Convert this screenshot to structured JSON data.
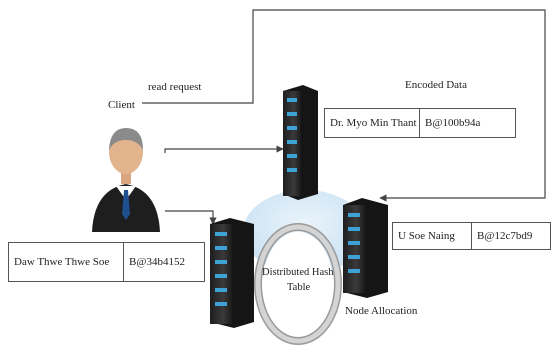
{
  "labels": {
    "client": "Client",
    "read_request": "read request",
    "encoded_data": "Encoded Data",
    "node_allocation": "Node Allocation",
    "dht_line1": "Distributed Hash",
    "dht_line2": "Table"
  },
  "nodes": [
    {
      "name": "Dr. Myo Min Thant",
      "value": "B@100b94a"
    },
    {
      "name": "U Soe Naing",
      "value": "B@12c7bd9"
    },
    {
      "name": "Daw Thwe Thwe Soe",
      "value": "B@34b4152"
    }
  ],
  "icons": {
    "client": "person-icon",
    "server": "server-icon"
  },
  "colors": {
    "server_body": "#2c2c2c",
    "server_light": "#3fa2d6",
    "cloud": "#d6e9f6",
    "ring": "#b8b8b8",
    "line": "#444444"
  }
}
